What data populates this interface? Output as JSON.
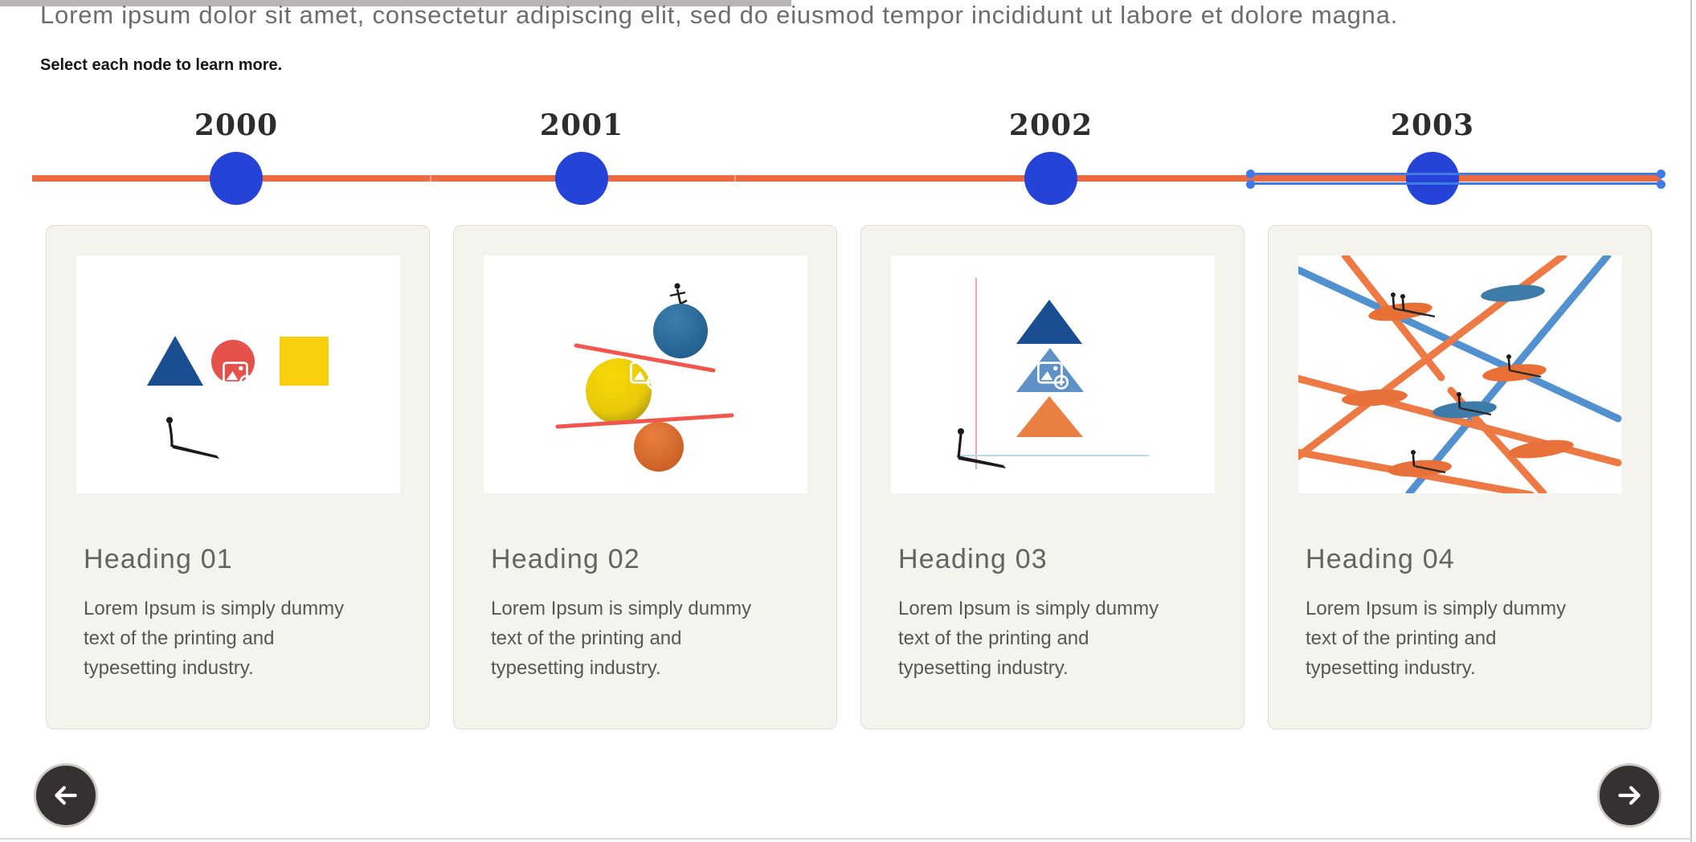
{
  "intro": {
    "text": "Lorem ipsum dolor sit amet, consectetur adipiscing elit, sed do eiusmod tempor incididunt ut labore et dolore magna."
  },
  "instruction": {
    "text": "Select each node to learn more."
  },
  "timeline": {
    "nodes": [
      {
        "year": "2000",
        "selected": false
      },
      {
        "year": "2001",
        "selected": false
      },
      {
        "year": "2002",
        "selected": false
      },
      {
        "year": "2003",
        "selected": true
      }
    ]
  },
  "cards": [
    {
      "heading": "Heading 01",
      "body": "Lorem Ipsum is simply dummy text of the printing and typesetting industry.",
      "illustration": "geometric-shapes-triangle-circle-square-with-person",
      "placeholder_icon": "add-image-icon"
    },
    {
      "heading": "Heading 02",
      "body": "Lorem Ipsum is simply dummy text of the printing and typesetting industry.",
      "illustration": "balancing-balls-on-tilted-lines",
      "placeholder_icon": "add-image-icon"
    },
    {
      "heading": "Heading 03",
      "body": "Lorem Ipsum is simply dummy text of the printing and typesetting industry.",
      "illustration": "stacked-triangles-with-person",
      "placeholder_icon": "add-image-icon"
    },
    {
      "heading": "Heading 04",
      "body": "Lorem Ipsum is simply dummy text of the printing and typesetting industry.",
      "illustration": "crossing-lines-network-with-people",
      "placeholder_icon": "none"
    }
  ],
  "nav": {
    "prev_icon": "arrow-left",
    "next_icon": "arrow-right"
  },
  "colors": {
    "accent_orange": "#EC6A41",
    "node_blue": "#2543D6",
    "selection_blue": "#3E79E8",
    "card_bg": "#F4F3EE",
    "card_border": "#E0DDD5",
    "intro_text": "#6D6D6D",
    "heading_text": "#636363",
    "body_text": "#575757",
    "year_text": "#2F2D2C",
    "nav_button_bg": "#353130",
    "nav_button_ring": "#CDCBC6"
  }
}
